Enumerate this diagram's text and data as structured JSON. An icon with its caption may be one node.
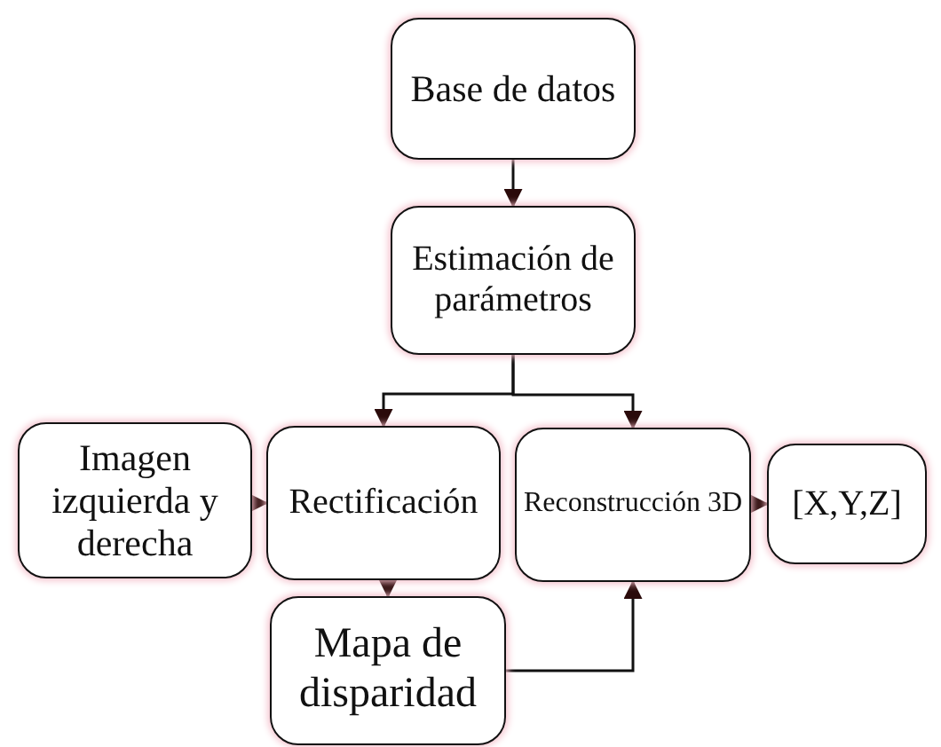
{
  "diagram": {
    "nodes": [
      {
        "text": [
          "Base de datos"
        ]
      },
      {
        "text": [
          "Estimación de parámetros"
        ]
      },
      {
        "text": [
          "Imagen izquierda y derecha"
        ]
      },
      {
        "text": [
          "Rectificación"
        ]
      },
      {
        "text": [
          "Reconstrucción 3D"
        ]
      },
      {
        "text": [
          "[X,Y,Z]"
        ]
      },
      {
        "text": [
          "Mapa de disparidad"
        ]
      }
    ],
    "edges": [
      {
        "from": 0,
        "to": 1,
        "arrow": "to"
      },
      {
        "from": 1,
        "to": 3,
        "arrow": "to"
      },
      {
        "from": 1,
        "to": 4,
        "arrow": "to"
      },
      {
        "from": 2,
        "to": 3,
        "arrow": "to"
      },
      {
        "from": 3,
        "to": 6,
        "arrow": "to"
      },
      {
        "from": 6,
        "to": 4,
        "arrow": "to"
      },
      {
        "from": 4,
        "to": 5,
        "arrow": "to"
      }
    ]
  }
}
